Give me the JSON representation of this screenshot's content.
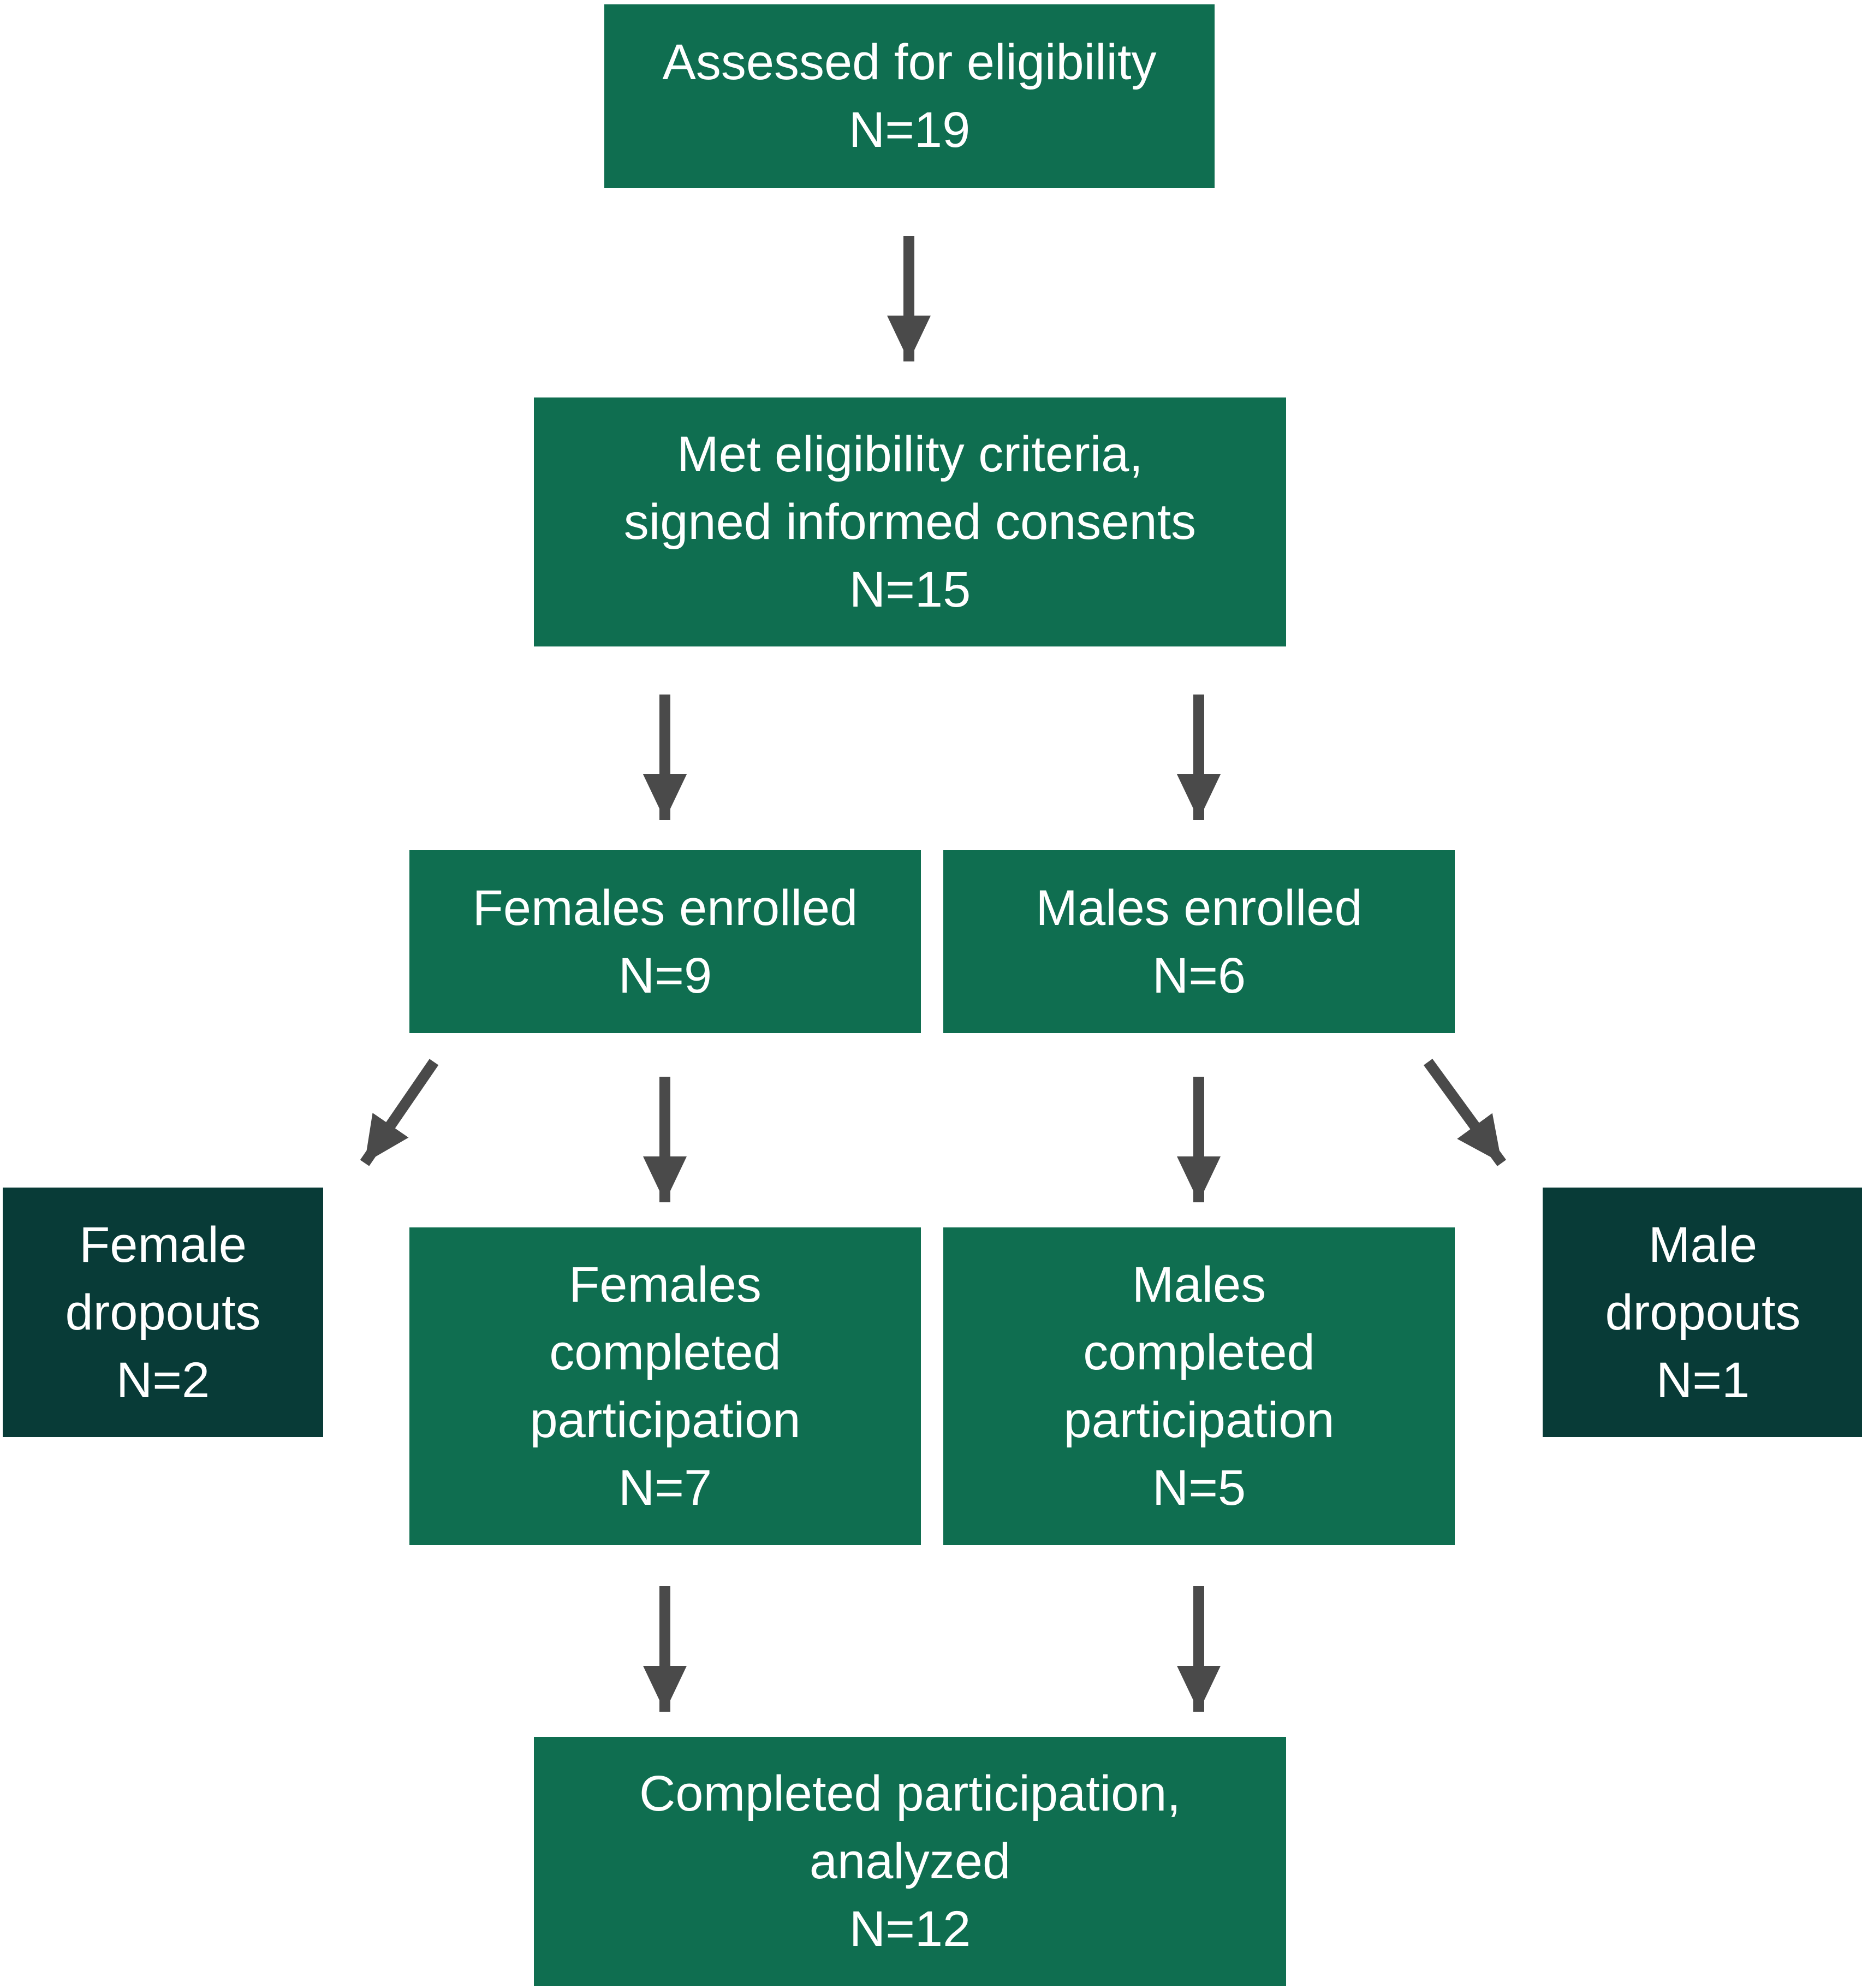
{
  "colors": {
    "primary_box": "#0f6e50",
    "dropout_box": "#083b37",
    "arrow": "#4a4a4a",
    "text": "#ffffff"
  },
  "boxes": {
    "assessed": {
      "lines": [
        "Assessed for eligibility",
        "N=19"
      ]
    },
    "met": {
      "lines": [
        "Met eligibility criteria,",
        "signed informed consents",
        "N=15"
      ]
    },
    "females_enrolled": {
      "lines": [
        "Females enrolled",
        "N=9"
      ]
    },
    "males_enrolled": {
      "lines": [
        "Males enrolled",
        "N=6"
      ]
    },
    "female_dropouts": {
      "lines": [
        "Female",
        "dropouts",
        "N=2"
      ]
    },
    "females_completed": {
      "lines": [
        "Females",
        "completed",
        "participation",
        "N=7"
      ]
    },
    "males_completed": {
      "lines": [
        "Males",
        "completed",
        "participation",
        "N=5"
      ]
    },
    "male_dropouts": {
      "lines": [
        "Male",
        "dropouts",
        "N=1"
      ]
    },
    "analyzed": {
      "lines": [
        "Completed participation,",
        "analyzed",
        "N=12"
      ]
    }
  }
}
